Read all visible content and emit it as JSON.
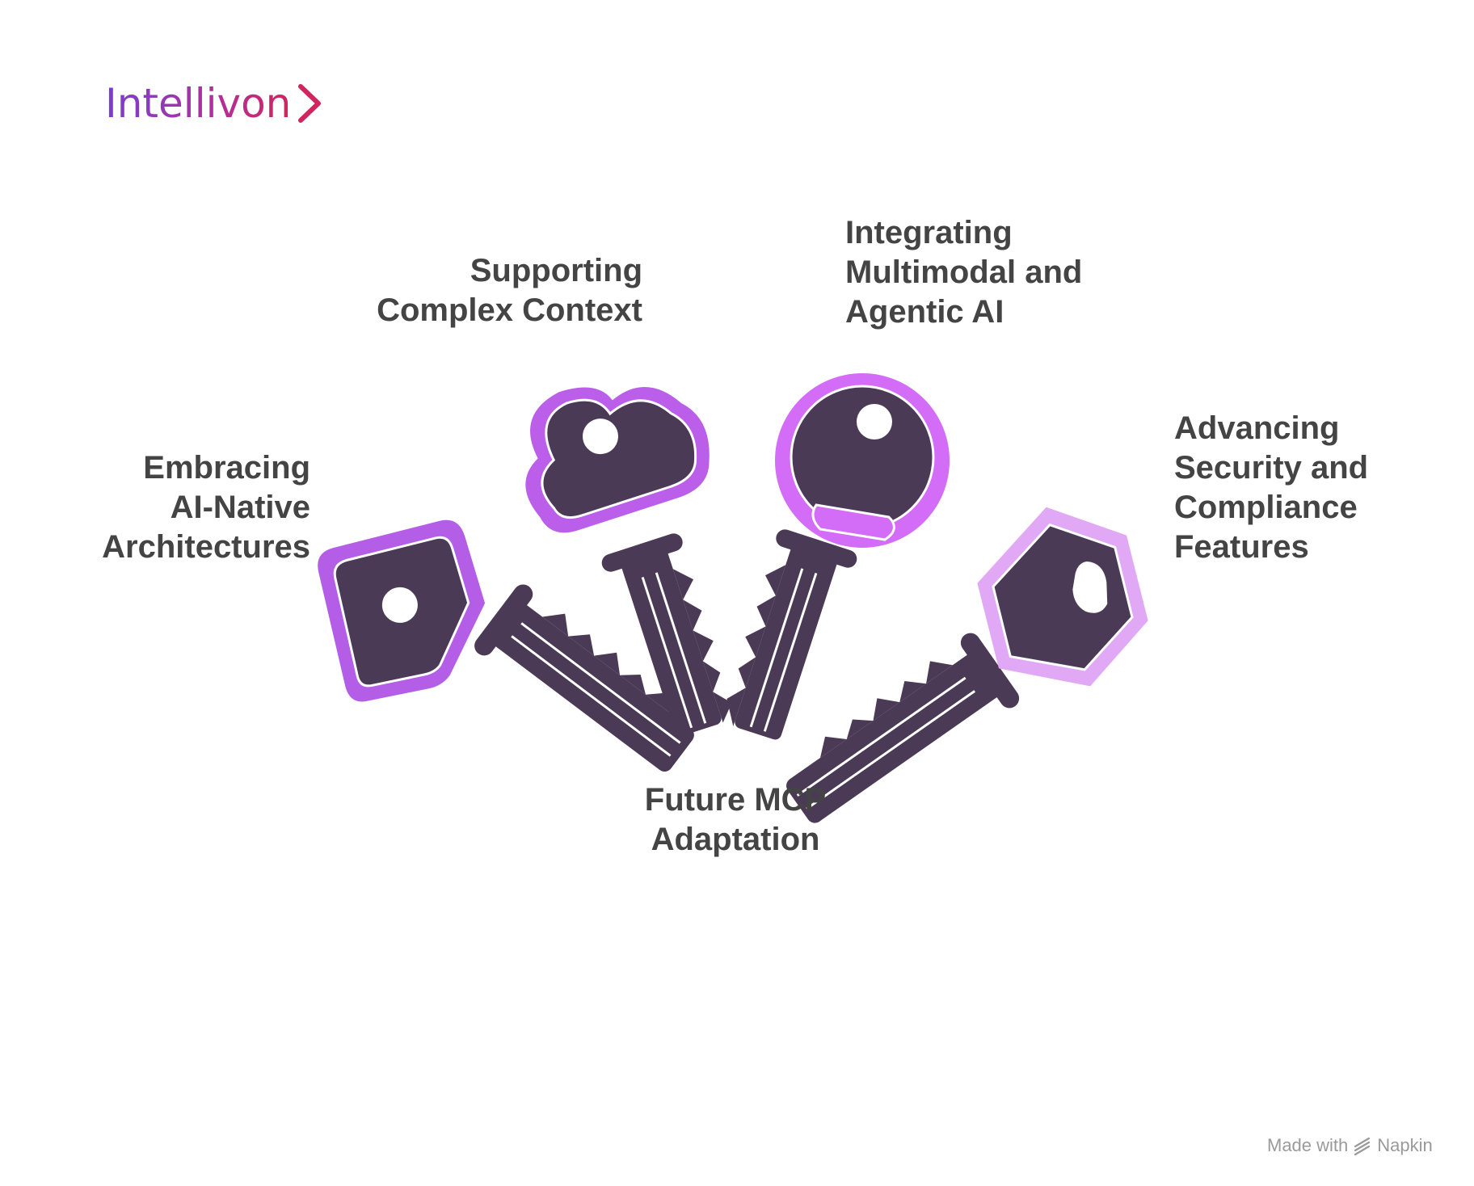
{
  "brand": {
    "name": "Intellivon"
  },
  "labels": {
    "embracing": "Embracing\nAI-Native\nArchitectures",
    "supporting": "Supporting\nComplex Context",
    "integrating": "Integrating\nMultimodal and\nAgentic AI",
    "advancing": "Advancing\nSecurity and\nCompliance\nFeatures",
    "future": "Future MCP\nAdaptation"
  },
  "keys": [
    {
      "id": "key-diamond",
      "shape": "rounded-diamond",
      "accent": "#b45ee8",
      "label": "labels.embracing"
    },
    {
      "id": "key-cloud",
      "shape": "cloud",
      "accent": "#bb5ee9",
      "label": "labels.supporting"
    },
    {
      "id": "key-round",
      "shape": "circle",
      "accent": "#d36cf6",
      "label": "labels.integrating"
    },
    {
      "id": "key-hexagon",
      "shape": "hexagon",
      "accent": "#e1a8f6",
      "label": "labels.advancing"
    }
  ],
  "colors": {
    "key_body": "#4b3a55",
    "text": "#444444",
    "watermark": "#9a9a9a"
  },
  "watermark": {
    "prefix": "Made with",
    "brand": "Napkin"
  }
}
